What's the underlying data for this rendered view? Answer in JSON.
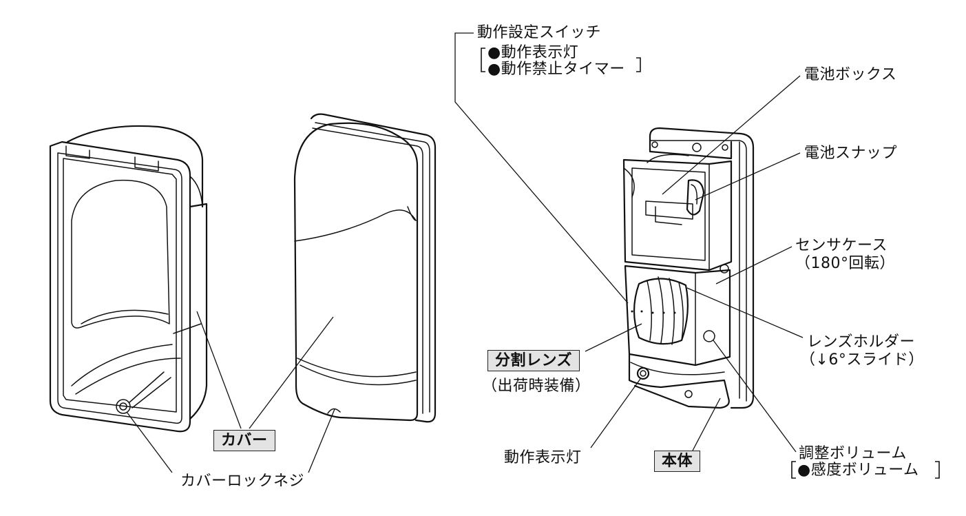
{
  "labels": {
    "cover": "カバー",
    "cover_lock_screw": "カバーロックネジ",
    "operation_setting_switch": "動作設定スイッチ",
    "sub_indicator": "●動作表示灯",
    "sub_inhibit_timer": "●動作禁止タイマー",
    "battery_box": "電池ボックス",
    "battery_snap": "電池スナップ",
    "sensor_case_line1": "センサケース",
    "sensor_case_line2": "（180°回転）",
    "lens_holder_line1": "レンズホルダー",
    "lens_holder_line2": "（↓6°スライド）",
    "split_lens": "分割レンズ",
    "factory_equipped": "（出荷時装備）",
    "operation_indicator": "動作表示灯",
    "body": "本体",
    "adjust_volume": "調整ボリューム",
    "sensitivity_volume": "●感度ボリューム"
  },
  "colors": {
    "line": "#111111",
    "label_box": "#e3e3e3"
  }
}
